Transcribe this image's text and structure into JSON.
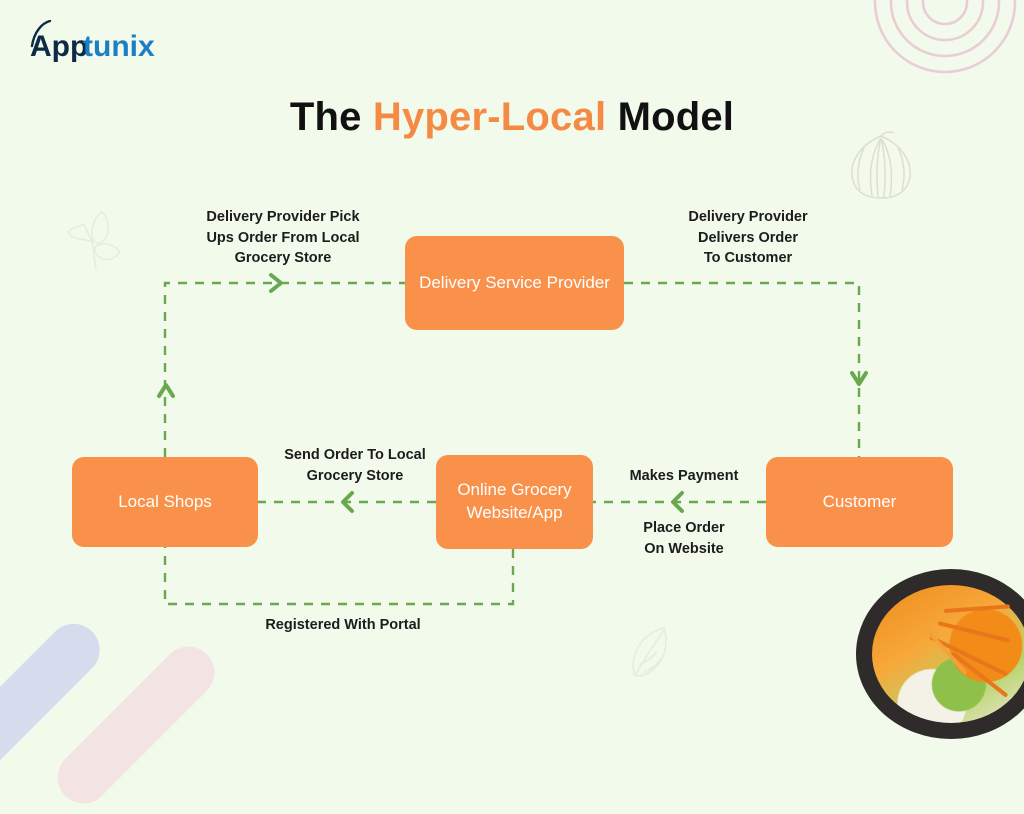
{
  "brand": {
    "name_dark": "App",
    "name_light": "tunix",
    "color_dark": "#0d2a47",
    "color_light": "#1b7fc4"
  },
  "title": {
    "prefix": "The ",
    "highlight": "Hyper-Local",
    "suffix": " Model",
    "highlight_color": "#f58a45",
    "text_color": "#111111"
  },
  "theme": {
    "background": "#f2faec",
    "box_fill": "#f9914a",
    "box_text": "#ffffff",
    "connector": "#6aa84f",
    "label_text": "#1c1c1c"
  },
  "nodes": [
    {
      "id": "delivery-service-provider",
      "label": "Delivery Service\nProvider"
    },
    {
      "id": "local-shops",
      "label": "Local Shops"
    },
    {
      "id": "online-grocery",
      "label": "Online Grocery\nWebsite/App"
    },
    {
      "id": "customer",
      "label": "Customer"
    }
  ],
  "edge_labels": {
    "pickup": "Delivery Provider Pick\nUps Order From Local\nGrocery Store",
    "deliver": "Delivery Provider\nDelivers Order\nTo Customer",
    "send": "Send Order To Local\nGrocery Store",
    "payment": "Makes Payment",
    "place": "Place Order\nOn Website",
    "register": "Registered With Portal"
  },
  "flow": {
    "type": "diagram",
    "direction": "cyclic",
    "edges": [
      {
        "from": "local-shops",
        "to": "delivery-service-provider",
        "label": "Delivery Provider Pick Ups Order From Local Grocery Store",
        "arrow": "up-then-right"
      },
      {
        "from": "delivery-service-provider",
        "to": "customer",
        "label": "Delivery Provider Delivers Order To Customer",
        "arrow": "right-then-down"
      },
      {
        "from": "customer",
        "to": "online-grocery",
        "label": "Makes Payment / Place Order On Website",
        "arrow": "left"
      },
      {
        "from": "online-grocery",
        "to": "local-shops",
        "label": "Send Order To Local Grocery Store",
        "arrow": "left"
      },
      {
        "from": "online-grocery",
        "to": "local-shops",
        "label": "Registered With Portal",
        "arrow": "down-left-up"
      }
    ]
  },
  "decorations": [
    {
      "name": "concentric-arcs",
      "position": "top-right",
      "color": "#e8c9cf"
    },
    {
      "name": "herb-leaf",
      "position": "left",
      "color": "#dfe6d6"
    },
    {
      "name": "onion",
      "position": "upper-right",
      "color": "#d9d6c9"
    },
    {
      "name": "leaf",
      "position": "bottom-center",
      "color": "#dfe6d6"
    },
    {
      "name": "diagonal-bar-blue",
      "position": "bottom-left",
      "color": "#d4dcee"
    },
    {
      "name": "diagonal-bar-pink",
      "position": "bottom-left",
      "color": "#f3e3e3"
    },
    {
      "name": "food-bowl-photo",
      "position": "bottom-right",
      "color": "#2f2b2a"
    }
  ]
}
